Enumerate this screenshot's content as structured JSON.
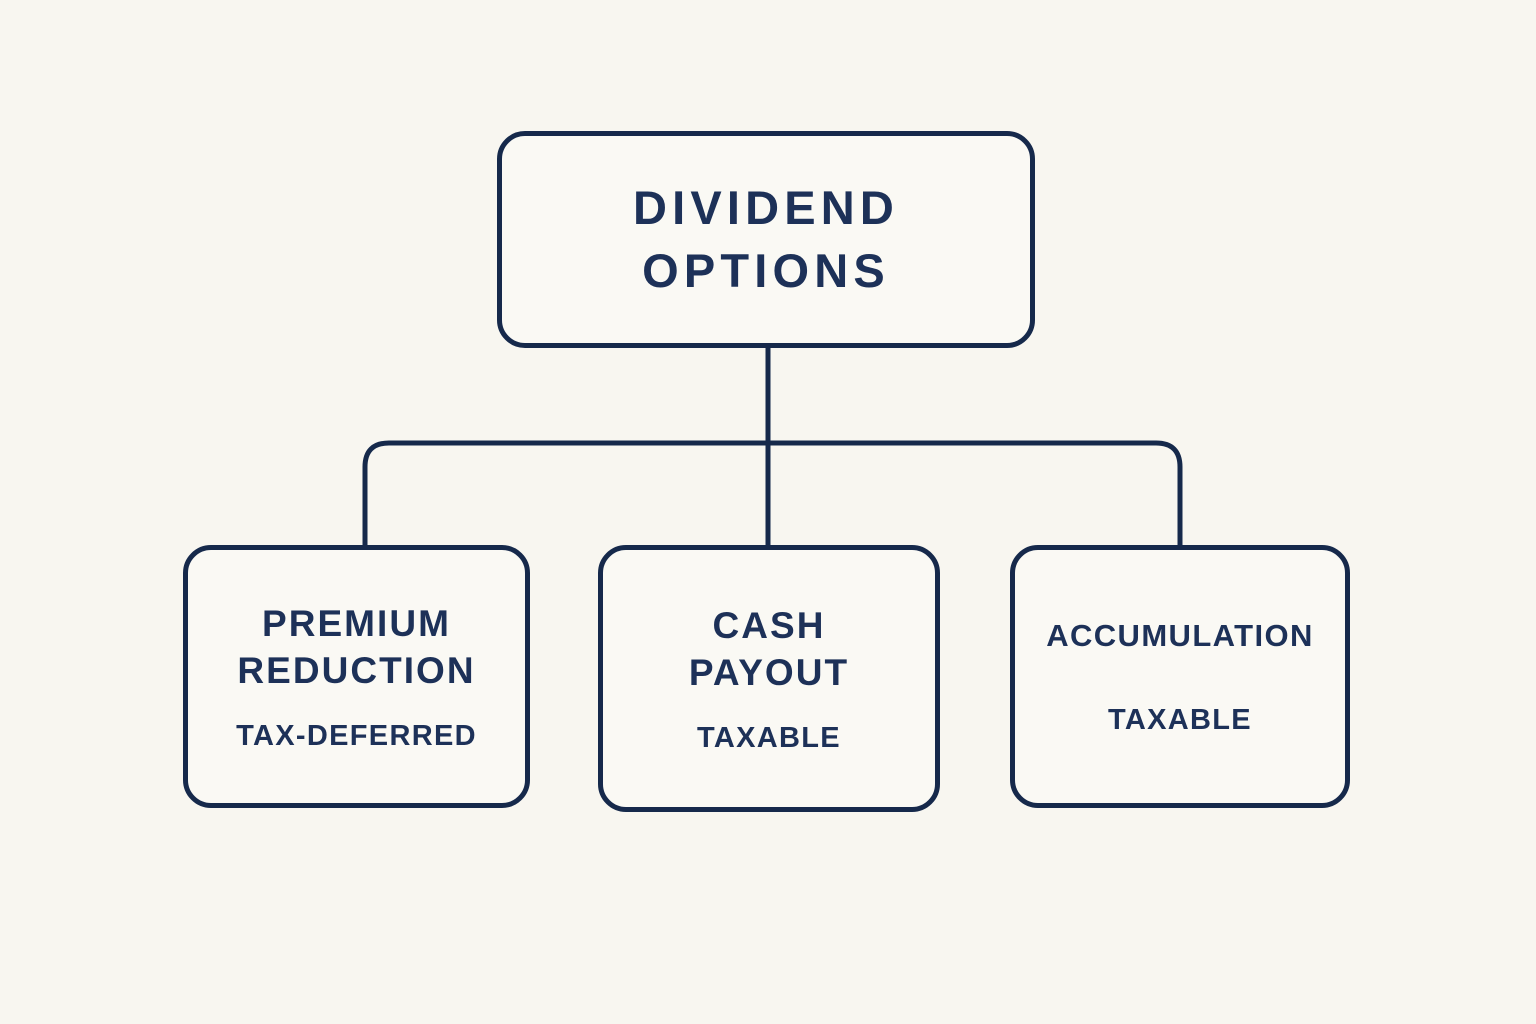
{
  "page": {
    "background_color": "#f8f6f0",
    "line_color": "#16294b",
    "text_color": "#1d3158",
    "node_fill_color": "#faf9f4"
  },
  "diagram": {
    "type": "tree",
    "root": {
      "title": "DIVIDEND\nOPTIONS"
    },
    "children": [
      {
        "title": "PREMIUM\nREDUCTION",
        "subtitle": "TAX-DEFERRED"
      },
      {
        "title": "CASH\nPAYOUT",
        "subtitle": "TAXABLE"
      },
      {
        "title": "ACCUMULATION",
        "subtitle": "TAXABLE"
      }
    ]
  }
}
